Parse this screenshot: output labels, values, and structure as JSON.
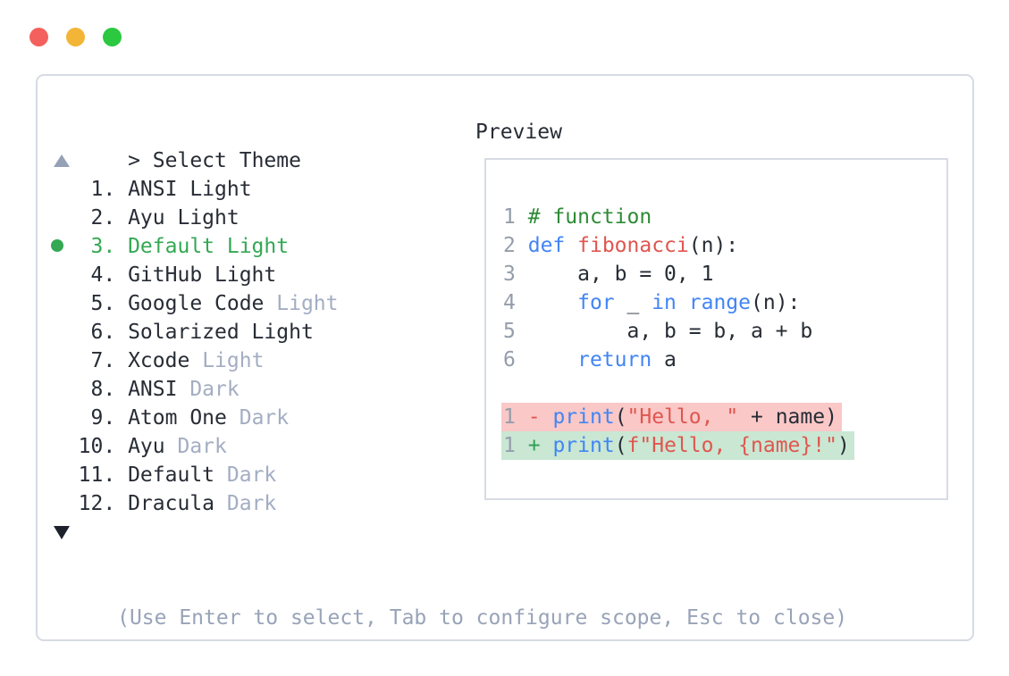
{
  "window": {
    "traffic_lights": [
      {
        "name": "close",
        "color": "#f4605d"
      },
      {
        "name": "minimize",
        "color": "#f2b537"
      },
      {
        "name": "zoom",
        "color": "#2bc840"
      }
    ]
  },
  "theme_picker": {
    "prompt": "> Select Theme",
    "items": [
      {
        "number": "1",
        "name": "ANSI Light",
        "suffix": "",
        "selected": false
      },
      {
        "number": "2",
        "name": "Ayu Light",
        "suffix": "",
        "selected": false
      },
      {
        "number": "3",
        "name": "Default Light",
        "suffix": "",
        "selected": true
      },
      {
        "number": "4",
        "name": "GitHub Light",
        "suffix": "",
        "selected": false
      },
      {
        "number": "5",
        "name": "Google Code",
        "suffix": "Light",
        "selected": false
      },
      {
        "number": "6",
        "name": "Solarized Light",
        "suffix": "",
        "selected": false
      },
      {
        "number": "7",
        "name": "Xcode",
        "suffix": "Light",
        "selected": false
      },
      {
        "number": "8",
        "name": "ANSI",
        "suffix": "Dark",
        "selected": false
      },
      {
        "number": "9",
        "name": "Atom One",
        "suffix": "Dark",
        "selected": false
      },
      {
        "number": "10",
        "name": "Ayu",
        "suffix": "Dark",
        "selected": false
      },
      {
        "number": "11",
        "name": "Default",
        "suffix": "Dark",
        "selected": false
      },
      {
        "number": "12",
        "name": "Dracula",
        "suffix": "Dark",
        "selected": false
      }
    ],
    "footer_hint": "(Use Enter to select, Tab to configure scope, Esc to close)"
  },
  "preview": {
    "title": "Preview",
    "code_lines": [
      {
        "number": "1",
        "diff": "none",
        "tokens": [
          {
            "text": "# function",
            "type": "comment"
          }
        ]
      },
      {
        "number": "2",
        "diff": "none",
        "tokens": [
          {
            "text": "def",
            "type": "keyword"
          },
          {
            "text": " ",
            "type": "plain"
          },
          {
            "text": "fibonacci",
            "type": "name"
          },
          {
            "text": "(n):",
            "type": "plain"
          }
        ]
      },
      {
        "number": "3",
        "diff": "none",
        "tokens": [
          {
            "text": "    a, b = 0, 1",
            "type": "plain"
          }
        ]
      },
      {
        "number": "4",
        "diff": "none",
        "tokens": [
          {
            "text": "    ",
            "type": "plain"
          },
          {
            "text": "for",
            "type": "keyword"
          },
          {
            "text": " _ ",
            "type": "plain"
          },
          {
            "text": "in",
            "type": "keyword"
          },
          {
            "text": " ",
            "type": "plain"
          },
          {
            "text": "range",
            "type": "keyword"
          },
          {
            "text": "(n):",
            "type": "plain"
          }
        ]
      },
      {
        "number": "5",
        "diff": "none",
        "tokens": [
          {
            "text": "        a, b = b, a + b",
            "type": "plain"
          }
        ]
      },
      {
        "number": "6",
        "diff": "none",
        "tokens": [
          {
            "text": "    ",
            "type": "plain"
          },
          {
            "text": "return",
            "type": "keyword"
          },
          {
            "text": " a",
            "type": "plain"
          }
        ]
      },
      {
        "number": "",
        "diff": "none",
        "tokens": []
      },
      {
        "number": "1",
        "diff": "del",
        "tokens": [
          {
            "text": "-",
            "type": "del-sign"
          },
          {
            "text": " ",
            "type": "plain"
          },
          {
            "text": "print",
            "type": "keyword"
          },
          {
            "text": "(",
            "type": "plain"
          },
          {
            "text": "\"Hello, \"",
            "type": "string"
          },
          {
            "text": " + name)",
            "type": "plain"
          }
        ]
      },
      {
        "number": "1",
        "diff": "add",
        "tokens": [
          {
            "text": "+",
            "type": "add-sign"
          },
          {
            "text": " ",
            "type": "plain"
          },
          {
            "text": "print",
            "type": "keyword"
          },
          {
            "text": "(",
            "type": "plain"
          },
          {
            "text": "f\"Hello, {name}!\"",
            "type": "string"
          },
          {
            "text": ")",
            "type": "plain"
          }
        ]
      }
    ]
  },
  "colors": {
    "accent_green": "#34a853",
    "text_dark": "#272c35",
    "text_gray": "#9aa4b8",
    "panel_border": "#d6dbe3",
    "code_keyword_blue": "#4285f4",
    "code_string_red": "#e0564f",
    "code_comment_green": "#2e8b36",
    "diff_del_bg": "#f9c8c7",
    "diff_add_bg": "#c9e7d3"
  }
}
